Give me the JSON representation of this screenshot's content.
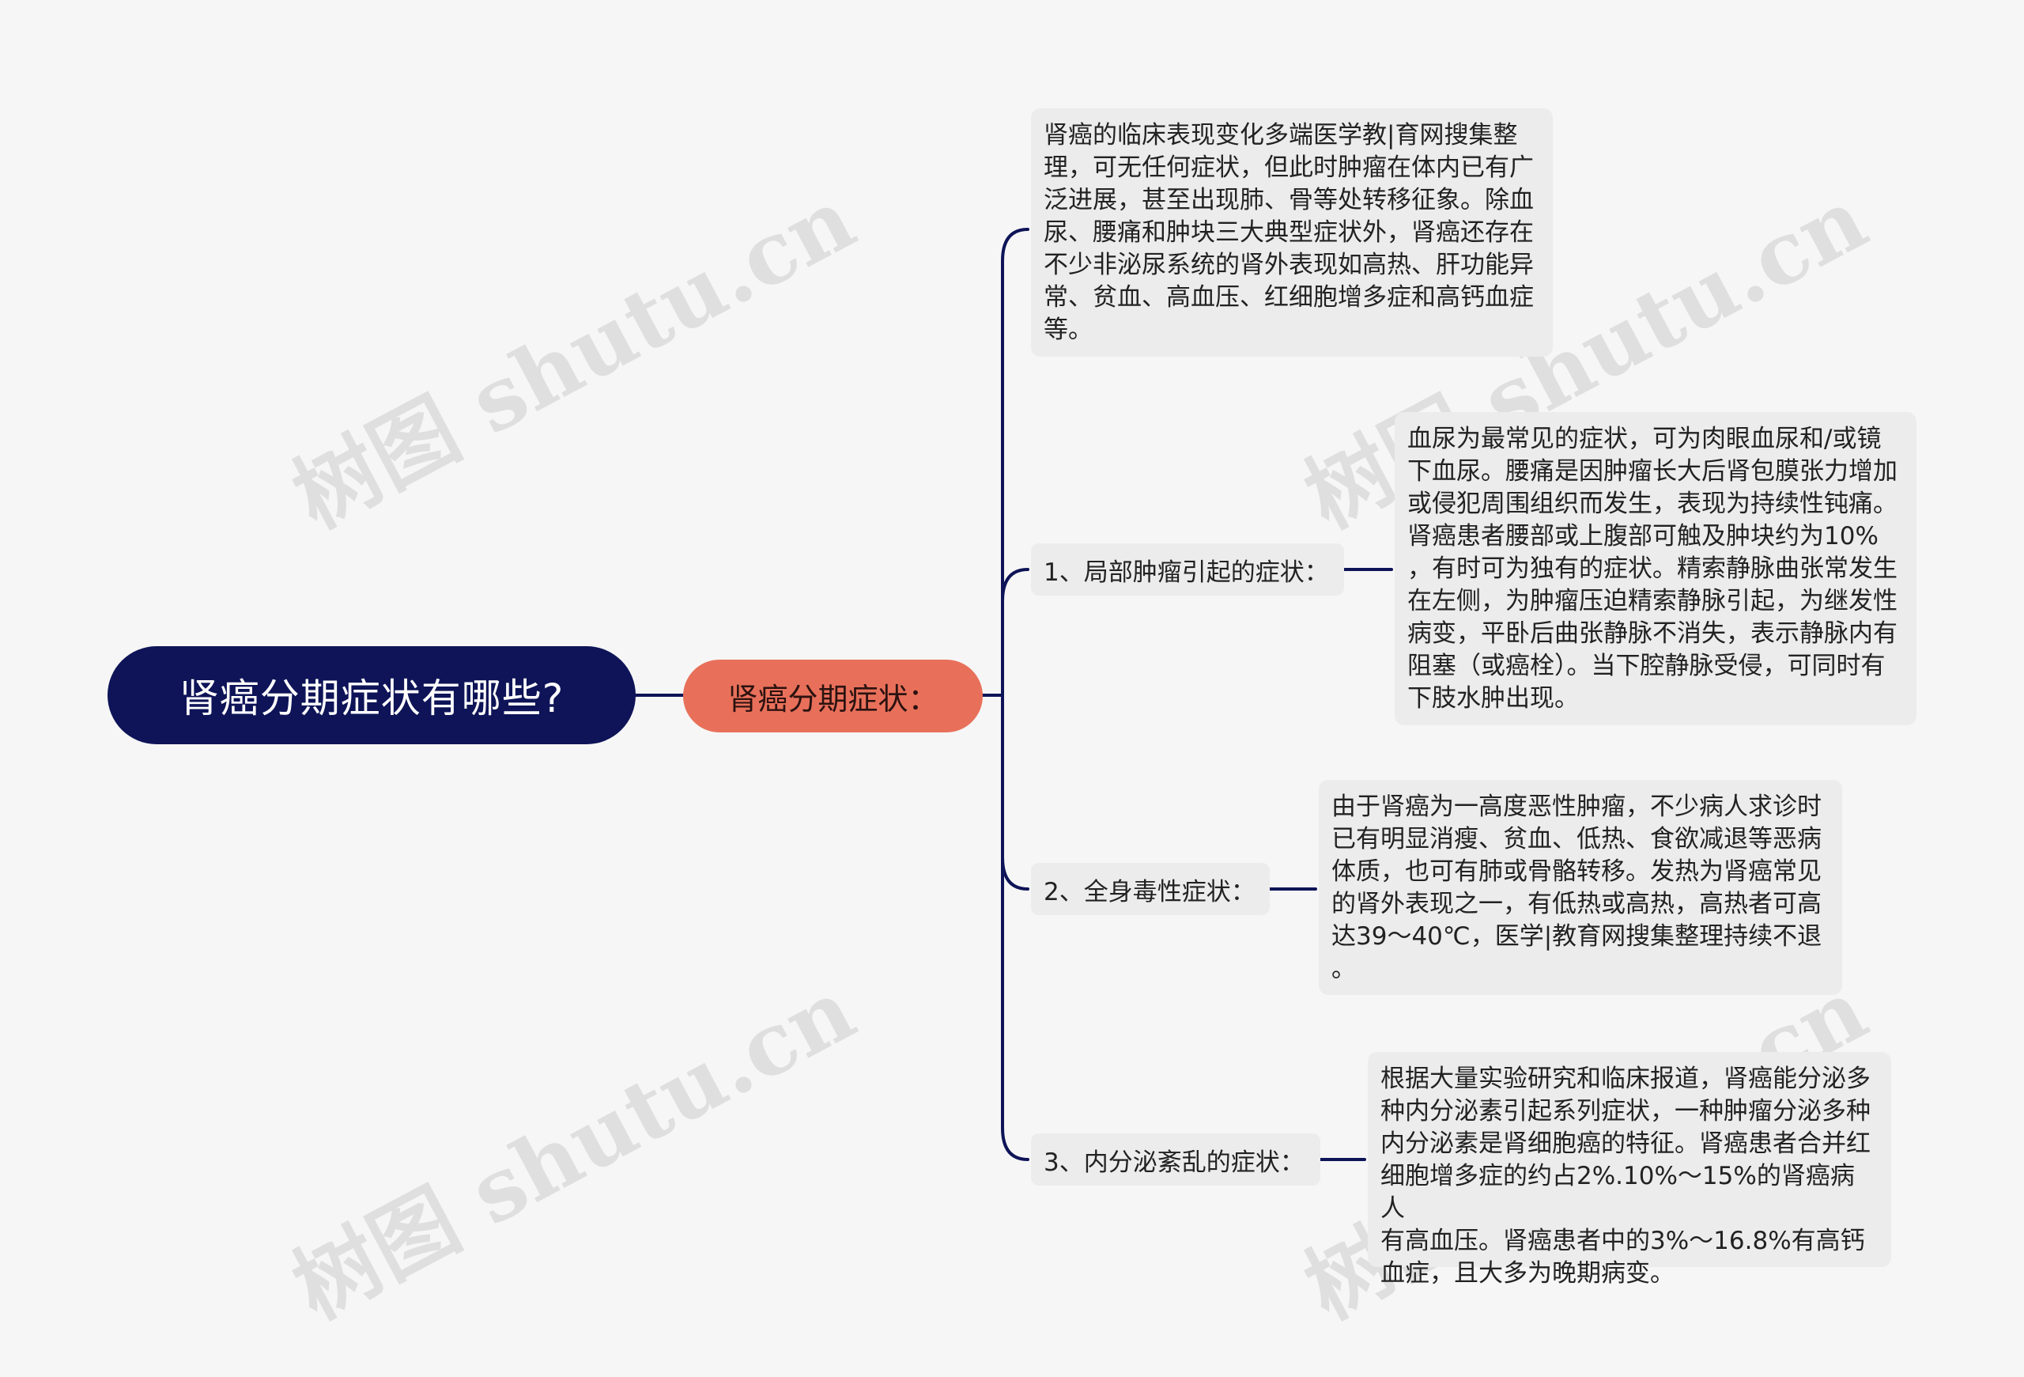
{
  "root": {
    "title": "肾癌分期症状有哪些?"
  },
  "branch": {
    "label": "肾癌分期症状："
  },
  "intro": {
    "lines": [
      "肾癌的临床表现变化多端医学教|育网搜集整",
      "理，可无任何症状，但此时肿瘤在体内已有广",
      "泛进展，甚至出现肺、骨等处转移征象。除血",
      "尿、腰痛和肿块三大典型症状外，肾癌还存在",
      "不少非泌尿系统的肾外表现如高热、肝功能异",
      "常、贫血、高血压、红细胞增多症和高钙血症",
      "等。"
    ]
  },
  "items": [
    {
      "label": "1、局部肿瘤引起的症状：",
      "lines": [
        "血尿为最常见的症状，可为肉眼血尿和/或镜",
        "下血尿。腰痛是因肿瘤长大后肾包膜张力增加",
        "或侵犯周围组织而发生，表现为持续性钝痛。",
        "肾癌患者腰部或上腹部可触及肿块约为10%",
        "，有时可为独有的症状。精索静脉曲张常发生",
        "在左侧，为肿瘤压迫精索静脉引起，为继发性",
        "病变，平卧后曲张静脉不消失，表示静脉内有",
        "阻塞（或癌栓）。当下腔静脉受侵，可同时有",
        "下肢水肿出现。"
      ]
    },
    {
      "label": "2、全身毒性症状：",
      "lines": [
        "由于肾癌为一高度恶性肿瘤，不少病人求诊时",
        "已有明显消瘦、贫血、低热、食欲减退等恶病",
        "体质，也可有肺或骨骼转移。发热为肾癌常见",
        "的肾外表现之一，有低热或高热，高热者可高",
        "达39～40℃，医学|教育网搜集整理持续不退",
        "。"
      ]
    },
    {
      "label": "3、内分泌紊乱的症状：",
      "lines": [
        "根据大量实验研究和临床报道，肾癌能分泌多",
        "种内分泌素引起系列症状，一种肿瘤分泌多种",
        "内分泌素是肾细胞癌的特征。肾癌患者合并红",
        "细胞增多症的约占2%.10%～15%的肾癌病人",
        "有高血压。肾癌患者中的3%～16.8%有高钙",
        "血症，且大多为晚期病变。"
      ]
    }
  ],
  "watermark": "树图 shutu.cn",
  "colors": {
    "root_bg": "#0e1457",
    "branch_bg": "#e8705a",
    "line": "#0e1457",
    "node_bg": "#ececec",
    "background": "#f6f6f6"
  }
}
